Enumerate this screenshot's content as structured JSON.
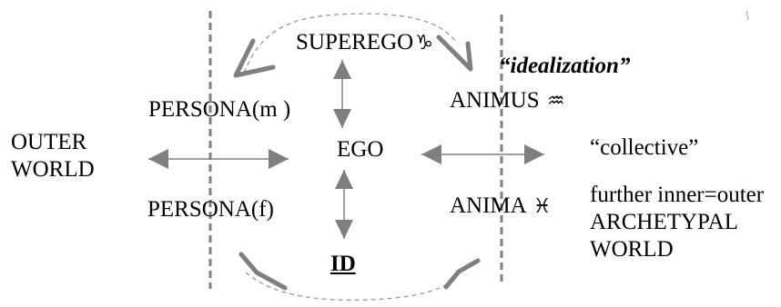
{
  "diagram": {
    "colors": {
      "arrow": "#7f7f7f",
      "divider": "#7f7f7f",
      "dashed_arc": "#9a9a9a",
      "text": "#000000"
    },
    "labels": {
      "superego": "SUPEREGO",
      "capricorn_sign": "♑",
      "idealization": "“idealization”",
      "persona_m": "PERSONA(m )",
      "animus": "ANIMUS",
      "aquarius_sign": "♒",
      "outer_world": "OUTER WORLD",
      "ego": "EGO",
      "collective": "“collective”",
      "persona_f": "PERSONA(f)",
      "anima": "ANIMA",
      "pisces_sign": "♓",
      "further": "further inner=outer ARCHETYPAL WORLD",
      "id": "ID"
    }
  }
}
